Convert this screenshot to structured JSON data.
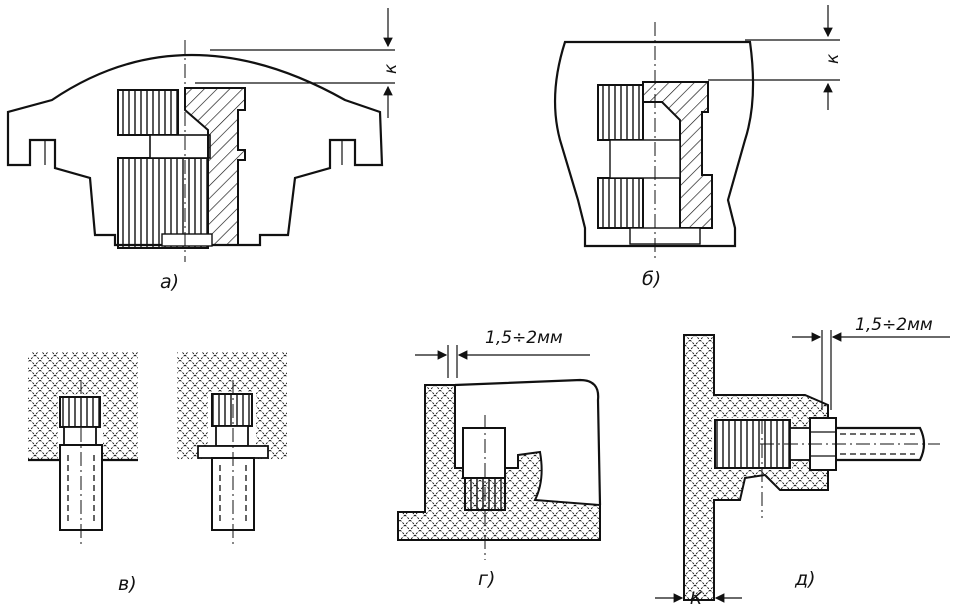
{
  "figure": {
    "labels": {
      "a": "a)",
      "b": "б)",
      "v": "в)",
      "g": "г)",
      "d": "д)"
    },
    "dimensions": {
      "k_a": "к",
      "k_b": "к",
      "k_d": "К",
      "gap_g": "1,5÷2мм",
      "gap_d": "1,5÷2мм"
    },
    "colors": {
      "ink": "#111111",
      "paper": "#ffffff"
    }
  }
}
